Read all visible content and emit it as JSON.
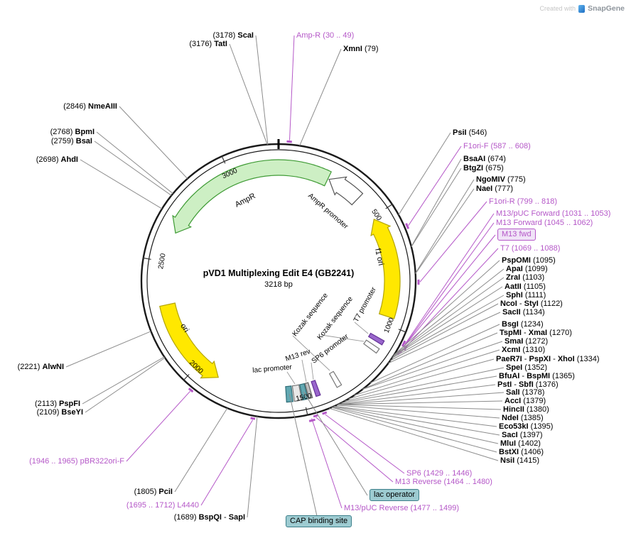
{
  "watermark": {
    "created_with": "Created with",
    "brand": "SnapGene"
  },
  "plasmid": {
    "title": "pVD1 Multiplexing Edit E4 (GB2241)",
    "size_label": "3218 bp",
    "length_bp": 3218
  },
  "colors": {
    "primer": "#B558C8",
    "line_gray": "#8C8C8C",
    "tick": "#333333",
    "backbone": "#1A1A1A",
    "leader": "#999999"
  },
  "ticks": [
    {
      "label": "500",
      "bp": 500
    },
    {
      "label": "1000",
      "bp": 1000
    },
    {
      "label": "1500",
      "bp": 1500
    },
    {
      "label": "2000",
      "bp": 2000
    },
    {
      "label": "2500",
      "bp": 2500
    },
    {
      "label": "3000",
      "bp": 3000
    }
  ],
  "features": [
    {
      "id": "ampr",
      "name": "AmpR",
      "shape": "arrow",
      "start": 2637,
      "end": 230,
      "fill": "#CDEFC4",
      "stroke": "#3F9B35"
    },
    {
      "id": "ampr_promoter",
      "name": "AmpR promoter",
      "shape": "arrow",
      "start": 236,
      "end": 392,
      "fill": "#FFFFFF",
      "stroke": "#555555"
    },
    {
      "id": "f1ori",
      "name": "f1 ori",
      "shape": "arrow",
      "start": 510,
      "end": 966,
      "fill": "#FFE800",
      "stroke": "#B3A400"
    },
    {
      "id": "ori",
      "name": "ori",
      "shape": "arrow",
      "start": 1895,
      "end": 2306,
      "fill": "#FFE800",
      "stroke": "#B3A400"
    },
    {
      "id": "t7prom",
      "name": "T7 promoter",
      "shape": "slab",
      "start": 1069,
      "end": 1088,
      "fill": "#9966CC",
      "stroke": "#663399"
    },
    {
      "id": "kozak1",
      "name": "Kozak sequence",
      "shape": "slab",
      "start": 1108,
      "end": 1130,
      "fill": "#FFFFFF",
      "stroke": "#777777"
    },
    {
      "id": "kozak2",
      "name": "Kozak sequence",
      "shape": "slab",
      "start": 1330,
      "end": 1352,
      "fill": "#FFFFFF",
      "stroke": "#777777"
    },
    {
      "id": "sp6prom",
      "name": "SP6 promoter",
      "shape": "slab",
      "start": 1429,
      "end": 1448,
      "fill": "#9966CC",
      "stroke": "#663399"
    },
    {
      "id": "m13rev",
      "name": "M13 rev",
      "shape": "slab",
      "start": 1464,
      "end": 1480,
      "fill": "#BFBFBF",
      "stroke": "#666666"
    },
    {
      "id": "lacop",
      "name": "lac operator",
      "shape": "slab",
      "start": 1484,
      "end": 1506,
      "fill": "#62A8B2",
      "stroke": "#2F6E78"
    },
    {
      "id": "lacprom",
      "name": "lac promoter",
      "shape": "slab",
      "start": 1510,
      "end": 1542,
      "fill": "#E8E8E8",
      "stroke": "#777777"
    },
    {
      "id": "cap",
      "name": "CAP binding site",
      "shape": "slab",
      "start": 1548,
      "end": 1575,
      "fill": "#62A8B2",
      "stroke": "#2F6E78"
    }
  ],
  "primer_marks": [
    {
      "id": "mark-amp-r",
      "from": 30,
      "to": 49,
      "level": 0
    },
    {
      "id": "mark-f1ori-f",
      "from": 587,
      "to": 608,
      "level": 0
    },
    {
      "id": "mark-f1ori-r",
      "from": 799,
      "to": 818,
      "level": 0
    },
    {
      "id": "mark-m13-puc-forward",
      "from": 1031,
      "to": 1053,
      "level": 0
    },
    {
      "id": "mark-m13-forward",
      "from": 1045,
      "to": 1062,
      "level": 1
    },
    {
      "id": "mark-t7",
      "from": 1069,
      "to": 1088,
      "level": 0
    },
    {
      "id": "mark-sp6",
      "from": 1429,
      "to": 1446,
      "level": 0
    },
    {
      "id": "mark-m13-reverse",
      "from": 1464,
      "to": 1480,
      "level": 0
    },
    {
      "id": "mark-m13-puc-reverse",
      "from": 1477,
      "to": 1499,
      "level": 1
    },
    {
      "id": "mark-l4440",
      "from": 1695,
      "to": 1712,
      "level": 0
    },
    {
      "id": "mark-pbr322ori-f",
      "from": 1946,
      "to": 1965,
      "level": 0
    }
  ],
  "callouts": [
    {
      "id": "scai",
      "side": "left",
      "bp": 3178,
      "kind": "enzyme",
      "parts": [
        {
          "t": "(3178) "
        },
        {
          "t": "ScaI",
          "b": true
        }
      ]
    },
    {
      "id": "tati",
      "side": "left",
      "bp": 3176,
      "kind": "enzyme",
      "parts": [
        {
          "t": "(3176) "
        },
        {
          "t": "TatI",
          "b": true
        }
      ]
    },
    {
      "id": "nmeaiii",
      "side": "left",
      "bp": 2846,
      "kind": "enzyme",
      "parts": [
        {
          "t": "(2846) "
        },
        {
          "t": "NmeAIII",
          "b": true
        }
      ]
    },
    {
      "id": "bpmi",
      "side": "left",
      "bp": 2768,
      "kind": "enzyme",
      "parts": [
        {
          "t": "(2768) "
        },
        {
          "t": "BpmI",
          "b": true
        }
      ]
    },
    {
      "id": "bsai",
      "side": "left",
      "bp": 2759,
      "kind": "enzyme",
      "parts": [
        {
          "t": "(2759) "
        },
        {
          "t": "BsaI",
          "b": true
        }
      ]
    },
    {
      "id": "ahdi",
      "side": "left",
      "bp": 2698,
      "kind": "enzyme",
      "parts": [
        {
          "t": "(2698) "
        },
        {
          "t": "AhdI",
          "b": true
        }
      ]
    },
    {
      "id": "alwni",
      "side": "left",
      "bp": 2221,
      "kind": "enzyme",
      "parts": [
        {
          "t": "(2221) "
        },
        {
          "t": "AlwNI",
          "b": true
        }
      ]
    },
    {
      "id": "pspfi",
      "side": "left",
      "bp": 2113,
      "kind": "enzyme",
      "parts": [
        {
          "t": "(2113) "
        },
        {
          "t": "PspFI",
          "b": true
        }
      ]
    },
    {
      "id": "bseyi",
      "side": "left",
      "bp": 2109,
      "kind": "enzyme",
      "parts": [
        {
          "t": "(2109) "
        },
        {
          "t": "BseYI",
          "b": true
        }
      ]
    },
    {
      "id": "pbr322ori_f",
      "side": "left",
      "bp": 1955,
      "kind": "primer",
      "parts": [
        {
          "t": "(1946 .. 1965) pBR322ori-F"
        }
      ]
    },
    {
      "id": "pcii",
      "side": "left",
      "bp": 1805,
      "kind": "enzyme",
      "parts": [
        {
          "t": "(1805) "
        },
        {
          "t": "PciI",
          "b": true
        }
      ]
    },
    {
      "id": "l4440",
      "side": "left",
      "bp": 1703,
      "kind": "primer",
      "parts": [
        {
          "t": "(1695 .. 1712) L4440"
        }
      ]
    },
    {
      "id": "bspqi_sapi",
      "side": "left",
      "bp": 1689,
      "kind": "enzyme",
      "parts": [
        {
          "t": "(1689) "
        },
        {
          "t": "BspQI",
          "b": true
        },
        {
          "t": " - "
        },
        {
          "t": "SapI",
          "b": true
        }
      ]
    },
    {
      "id": "ampr_primer",
      "side": "right",
      "bp": 40,
      "kind": "primer",
      "parts": [
        {
          "t": "Amp-R  (30 .. 49)"
        }
      ]
    },
    {
      "id": "xmni",
      "side": "right",
      "bp": 79,
      "kind": "enzyme",
      "parts": [
        {
          "t": "XmnI",
          "b": true
        },
        {
          "t": "  (79)"
        }
      ]
    },
    {
      "id": "psii",
      "side": "right",
      "bp": 546,
      "kind": "enzyme",
      "parts": [
        {
          "t": "PsiI",
          "b": true
        },
        {
          "t": "  (546)"
        }
      ]
    },
    {
      "id": "f1ori_f",
      "side": "right",
      "bp": 597,
      "kind": "primer",
      "parts": [
        {
          "t": "F1ori-F  (587 .. 608)"
        }
      ]
    },
    {
      "id": "bsaai",
      "side": "right",
      "bp": 674,
      "kind": "enzyme",
      "parts": [
        {
          "t": "BsaAI",
          "b": true
        },
        {
          "t": "  (674)"
        }
      ]
    },
    {
      "id": "btgzi",
      "side": "right",
      "bp": 675,
      "kind": "enzyme",
      "parts": [
        {
          "t": "BtgZI",
          "b": true
        },
        {
          "t": "  (675)"
        }
      ]
    },
    {
      "id": "ngomiv",
      "side": "right",
      "bp": 775,
      "kind": "enzyme",
      "parts": [
        {
          "t": "NgoMIV",
          "b": true
        },
        {
          "t": "  (775)"
        }
      ]
    },
    {
      "id": "naei",
      "side": "right",
      "bp": 777,
      "kind": "enzyme",
      "parts": [
        {
          "t": "NaeI",
          "b": true
        },
        {
          "t": "  (777)"
        }
      ]
    },
    {
      "id": "f1ori_r",
      "side": "right",
      "bp": 808,
      "kind": "primer",
      "parts": [
        {
          "t": "F1ori-R  (799 .. 818)"
        }
      ]
    },
    {
      "id": "m13puc_fwd",
      "side": "right",
      "bp": 1042,
      "kind": "primer",
      "parts": [
        {
          "t": "M13/pUC Forward  (1031 .. 1053)"
        }
      ]
    },
    {
      "id": "m13_forward",
      "side": "right",
      "bp": 1053,
      "kind": "primer",
      "parts": [
        {
          "t": "M13 Forward  (1045 .. 1062)"
        }
      ]
    },
    {
      "id": "m13_fwd_box",
      "side": "right",
      "bp": 1054,
      "kind": "primer",
      "box": "purple",
      "parts": [
        {
          "t": "M13 fwd"
        }
      ]
    },
    {
      "id": "t7",
      "side": "right",
      "bp": 1078,
      "kind": "primer",
      "parts": [
        {
          "t": "T7  (1069 .. 1088)"
        }
      ]
    },
    {
      "id": "pspomi",
      "side": "right",
      "bp": 1095,
      "kind": "enzyme",
      "parts": [
        {
          "t": "PspOMI",
          "b": true
        },
        {
          "t": "  (1095)"
        }
      ]
    },
    {
      "id": "apai",
      "side": "right",
      "bp": 1099,
      "kind": "enzyme",
      "parts": [
        {
          "t": "ApaI",
          "b": true
        },
        {
          "t": "  (1099)"
        }
      ]
    },
    {
      "id": "zrai",
      "side": "right",
      "bp": 1103,
      "kind": "enzyme",
      "parts": [
        {
          "t": "ZraI",
          "b": true
        },
        {
          "t": "  (1103)"
        }
      ]
    },
    {
      "id": "aatii",
      "side": "right",
      "bp": 1105,
      "kind": "enzyme",
      "parts": [
        {
          "t": "AatII",
          "b": true
        },
        {
          "t": "  (1105)"
        }
      ]
    },
    {
      "id": "sphi",
      "side": "right",
      "bp": 1111,
      "kind": "enzyme",
      "parts": [
        {
          "t": "SphI",
          "b": true
        },
        {
          "t": "  (1111)"
        }
      ]
    },
    {
      "id": "ncoi_styi",
      "side": "right",
      "bp": 1122,
      "kind": "enzyme",
      "parts": [
        {
          "t": "NcoI",
          "b": true
        },
        {
          "t": " - "
        },
        {
          "t": "StyI",
          "b": true
        },
        {
          "t": "  (1122)"
        }
      ]
    },
    {
      "id": "sacii",
      "side": "right",
      "bp": 1134,
      "kind": "enzyme",
      "parts": [
        {
          "t": "SacII",
          "b": true
        },
        {
          "t": "  (1134)"
        }
      ]
    },
    {
      "id": "bsgi",
      "side": "right",
      "bp": 1234,
      "kind": "enzyme",
      "parts": [
        {
          "t": "BsgI",
          "b": true
        },
        {
          "t": "  (1234)"
        }
      ]
    },
    {
      "id": "tspmi_xmai",
      "side": "right",
      "bp": 1270,
      "kind": "enzyme",
      "parts": [
        {
          "t": "TspMI",
          "b": true
        },
        {
          "t": " - "
        },
        {
          "t": "XmaI",
          "b": true
        },
        {
          "t": "  (1270)"
        }
      ]
    },
    {
      "id": "smai",
      "side": "right",
      "bp": 1272,
      "kind": "enzyme",
      "parts": [
        {
          "t": "SmaI",
          "b": true
        },
        {
          "t": "  (1272)"
        }
      ]
    },
    {
      "id": "xcmi",
      "side": "right",
      "bp": 1310,
      "kind": "enzyme",
      "parts": [
        {
          "t": "XcmI",
          "b": true
        },
        {
          "t": "  (1310)"
        }
      ]
    },
    {
      "id": "paer7i",
      "side": "right",
      "bp": 1334,
      "kind": "enzyme",
      "parts": [
        {
          "t": "PaeR7I",
          "b": true
        },
        {
          "t": " - "
        },
        {
          "t": "PspXI",
          "b": true
        },
        {
          "t": " - "
        },
        {
          "t": "XhoI",
          "b": true
        },
        {
          "t": "  (1334)"
        }
      ]
    },
    {
      "id": "spei",
      "side": "right",
      "bp": 1352,
      "kind": "enzyme",
      "parts": [
        {
          "t": "SpeI",
          "b": true
        },
        {
          "t": "  (1352)"
        }
      ]
    },
    {
      "id": "bfuai_bspmi",
      "side": "right",
      "bp": 1365,
      "kind": "enzyme",
      "parts": [
        {
          "t": "BfuAI",
          "b": true
        },
        {
          "t": " - "
        },
        {
          "t": "BspMI",
          "b": true
        },
        {
          "t": "  (1365)"
        }
      ]
    },
    {
      "id": "psti_sbfi",
      "side": "right",
      "bp": 1376,
      "kind": "enzyme",
      "parts": [
        {
          "t": "PstI",
          "b": true
        },
        {
          "t": " - "
        },
        {
          "t": "SbfI",
          "b": true
        },
        {
          "t": "  (1376)"
        }
      ]
    },
    {
      "id": "sali",
      "side": "right",
      "bp": 1378,
      "kind": "enzyme",
      "parts": [
        {
          "t": "SalI",
          "b": true
        },
        {
          "t": "  (1378)"
        }
      ]
    },
    {
      "id": "acci",
      "side": "right",
      "bp": 1379,
      "kind": "enzyme",
      "parts": [
        {
          "t": "AccI",
          "b": true
        },
        {
          "t": "  (1379)"
        }
      ]
    },
    {
      "id": "hincii",
      "side": "right",
      "bp": 1380,
      "kind": "enzyme",
      "parts": [
        {
          "t": "HincII",
          "b": true
        },
        {
          "t": "  (1380)"
        }
      ]
    },
    {
      "id": "ndei",
      "side": "right",
      "bp": 1385,
      "kind": "enzyme",
      "parts": [
        {
          "t": "NdeI",
          "b": true
        },
        {
          "t": "  (1385)"
        }
      ]
    },
    {
      "id": "eco53ki",
      "side": "right",
      "bp": 1395,
      "kind": "enzyme",
      "parts": [
        {
          "t": "Eco53kI",
          "b": true
        },
        {
          "t": "  (1395)"
        }
      ]
    },
    {
      "id": "saci",
      "side": "right",
      "bp": 1397,
      "kind": "enzyme",
      "parts": [
        {
          "t": "SacI",
          "b": true
        },
        {
          "t": "  (1397)"
        }
      ]
    },
    {
      "id": "mlui",
      "side": "right",
      "bp": 1402,
      "kind": "enzyme",
      "parts": [
        {
          "t": "MluI",
          "b": true
        },
        {
          "t": "  (1402)"
        }
      ]
    },
    {
      "id": "bstxi",
      "side": "right",
      "bp": 1406,
      "kind": "enzyme",
      "parts": [
        {
          "t": "BstXI",
          "b": true
        },
        {
          "t": "  (1406)"
        }
      ]
    },
    {
      "id": "nsii",
      "side": "right",
      "bp": 1415,
      "kind": "enzyme",
      "parts": [
        {
          "t": "NsiI",
          "b": true
        },
        {
          "t": "  (1415)"
        }
      ]
    },
    {
      "id": "sp6",
      "side": "right",
      "bp": 1437,
      "kind": "primer",
      "parts": [
        {
          "t": "SP6  (1429 .. 1446)"
        }
      ]
    },
    {
      "id": "m13_reverse",
      "side": "right",
      "bp": 1472,
      "kind": "primer",
      "parts": [
        {
          "t": "M13 Reverse  (1464 .. 1480)"
        }
      ]
    },
    {
      "id": "lac_operator",
      "side": "right",
      "bp": 1495,
      "kind": "feature",
      "box": "teal",
      "parts": [
        {
          "t": "lac operator"
        }
      ]
    },
    {
      "id": "m13puc_rev",
      "side": "right",
      "bp": 1488,
      "kind": "primer",
      "parts": [
        {
          "t": "M13/pUC Reverse  (1477 .. 1499)"
        }
      ]
    },
    {
      "id": "cap_site",
      "side": "right",
      "bp": 1560,
      "kind": "feature",
      "box": "teal",
      "parts": [
        {
          "t": "CAP binding site"
        }
      ]
    }
  ]
}
